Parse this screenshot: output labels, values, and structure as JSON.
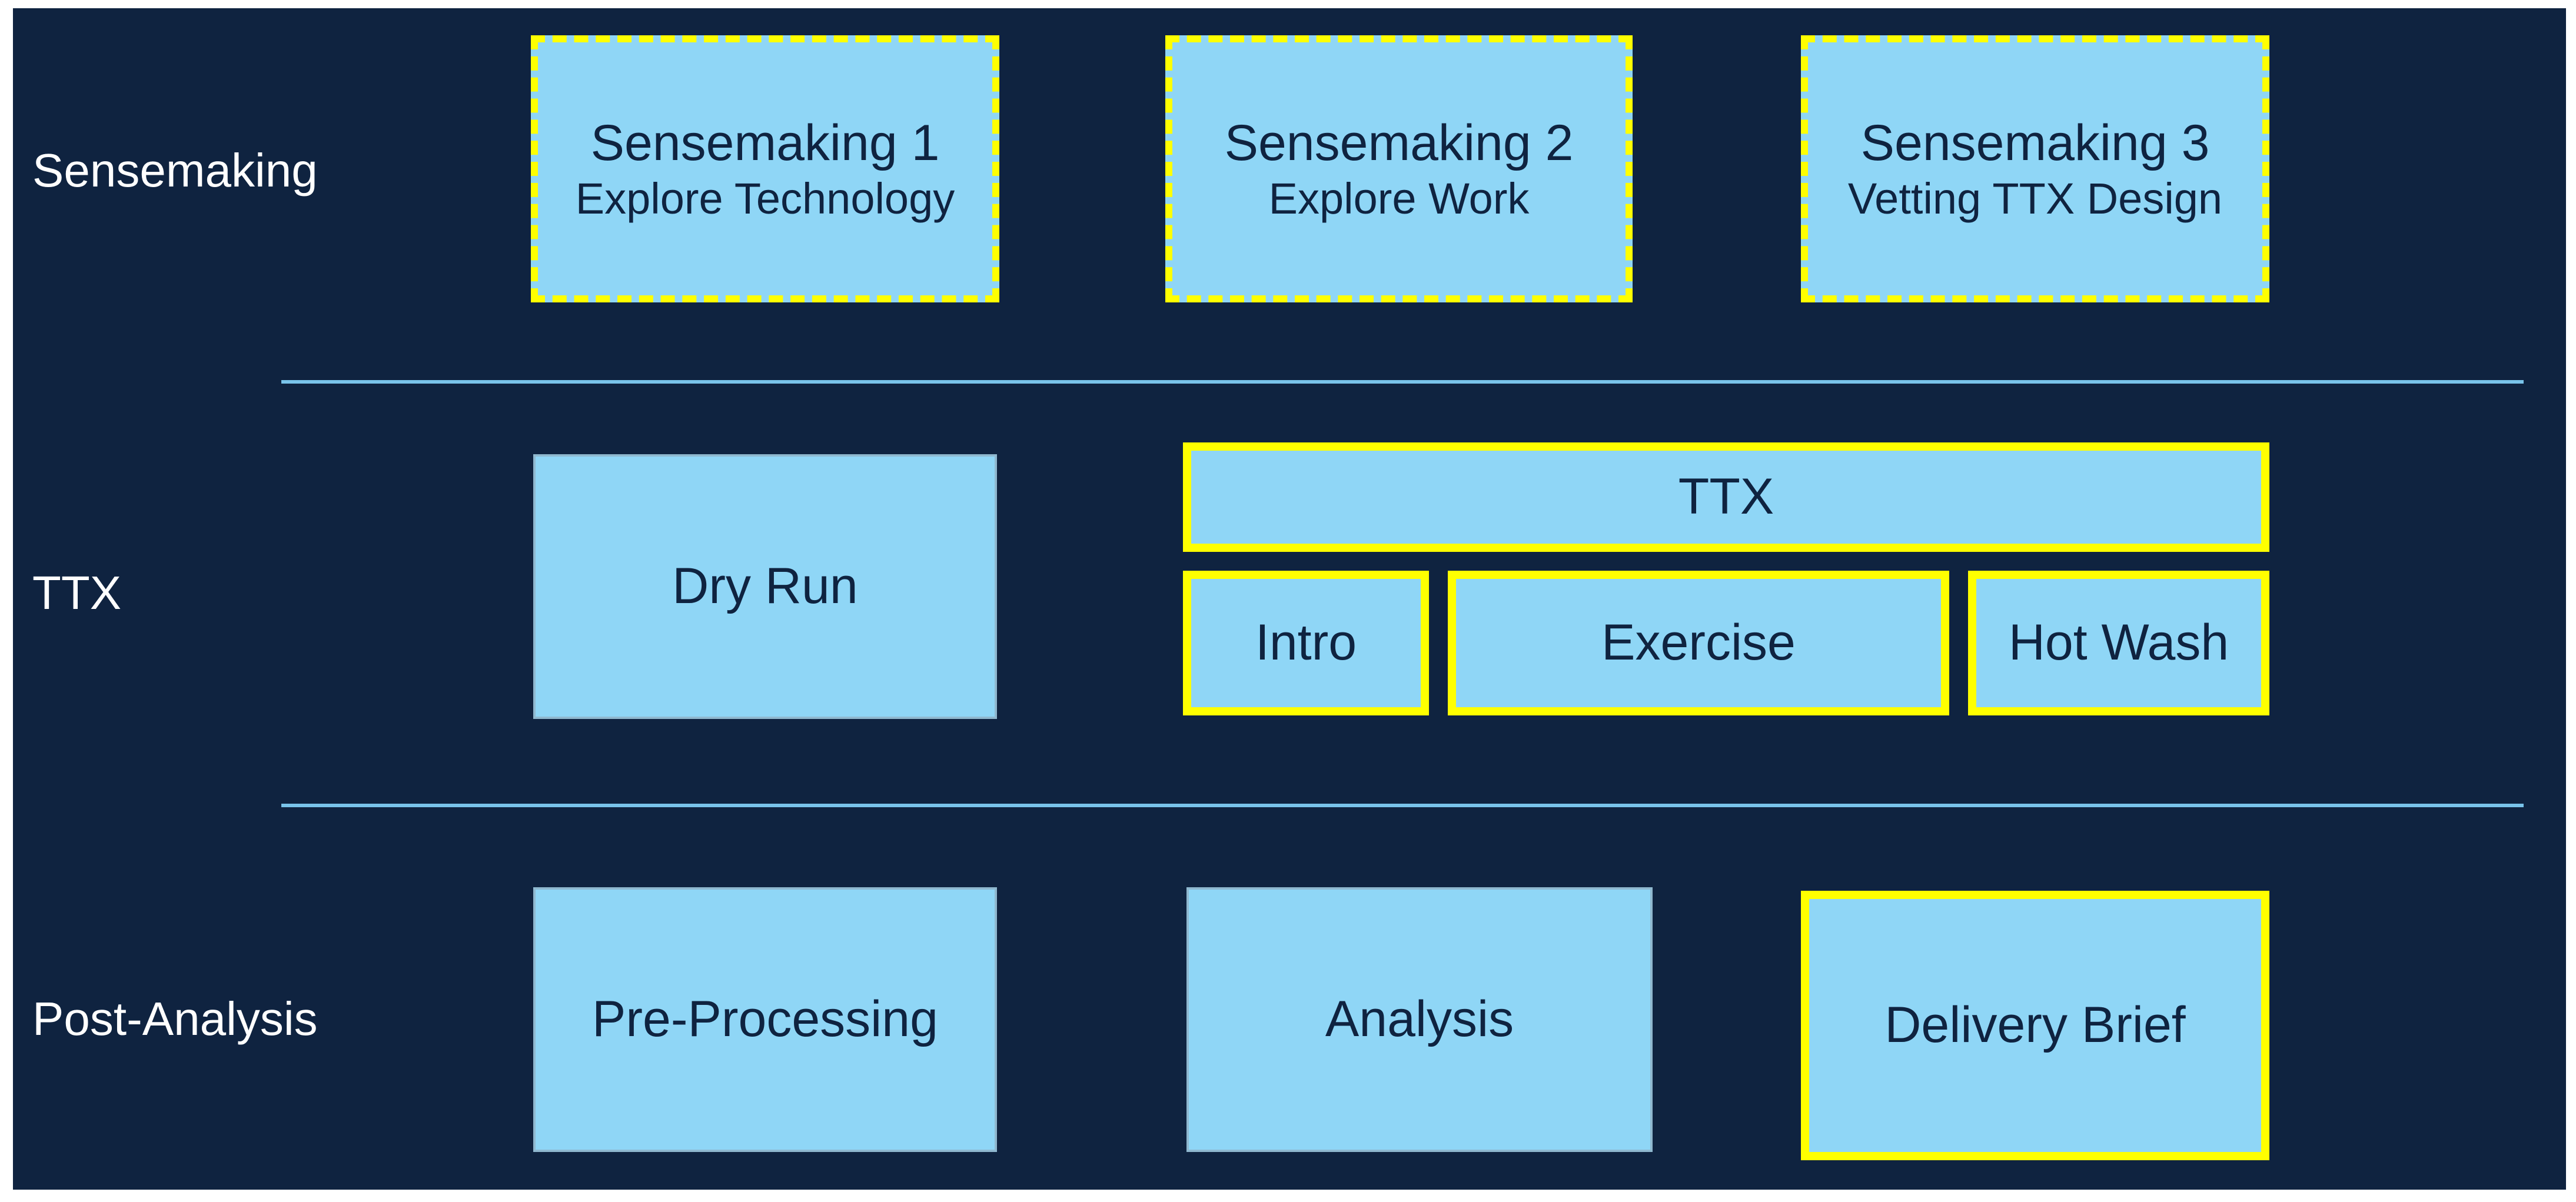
{
  "rows": {
    "sensemaking": "Sensemaking",
    "ttx": "TTX",
    "post_analysis": "Post-Analysis"
  },
  "sensemaking": [
    {
      "title": "Sensemaking 1",
      "subtitle": "Explore Technology"
    },
    {
      "title": "Sensemaking 2",
      "subtitle": "Explore Work"
    },
    {
      "title": "Sensemaking 3",
      "subtitle": "Vetting TTX Design"
    }
  ],
  "ttx": {
    "dry_run": "Dry Run",
    "header": "TTX",
    "intro": "Intro",
    "exercise": "Exercise",
    "hot_wash": "Hot Wash"
  },
  "post_analysis": {
    "pre_processing": "Pre-Processing",
    "analysis": "Analysis",
    "delivery_brief": "Delivery Brief"
  },
  "colors": {
    "background": "#0f2340",
    "box_fill": "#8fd6f6",
    "highlight_border": "#ffff00",
    "divider": "#79c3ea",
    "label_text": "#ffffff"
  }
}
